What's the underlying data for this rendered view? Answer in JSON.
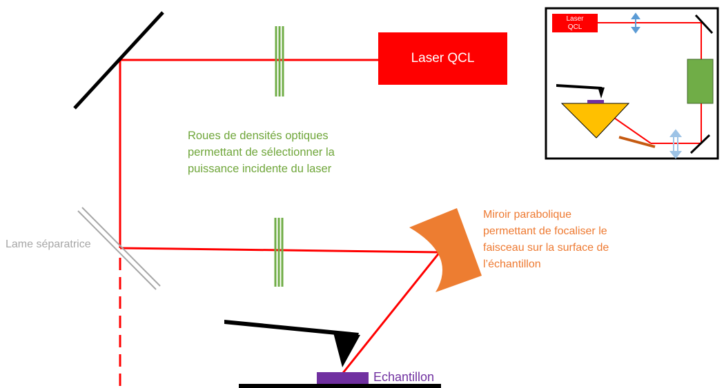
{
  "labels": {
    "laser": "Laser QCL",
    "density_wheels": "Roues de densités optiques\npermettant de sélectionner la\npuissance incidente du laser",
    "beam_splitter": "Lame séparatrice",
    "parabolic_mirror": "Miroir parabolique\npermettant de focaliser le\nfaisceau sur la surface de\nl’échantillon",
    "sample": "Echantillon",
    "inset_laser": "Laser\nQCL"
  },
  "colors": {
    "beam": "#ff0000",
    "laser_box": "#ff0000",
    "density_filter": "#70ad47",
    "parabolic_mirror": "#ed7d31",
    "sample": "#7030a0",
    "mirror": "#000000",
    "splitter": "#a6a6a6",
    "prism": "#ffc000",
    "inset_arrow": "#5b9bd5"
  }
}
